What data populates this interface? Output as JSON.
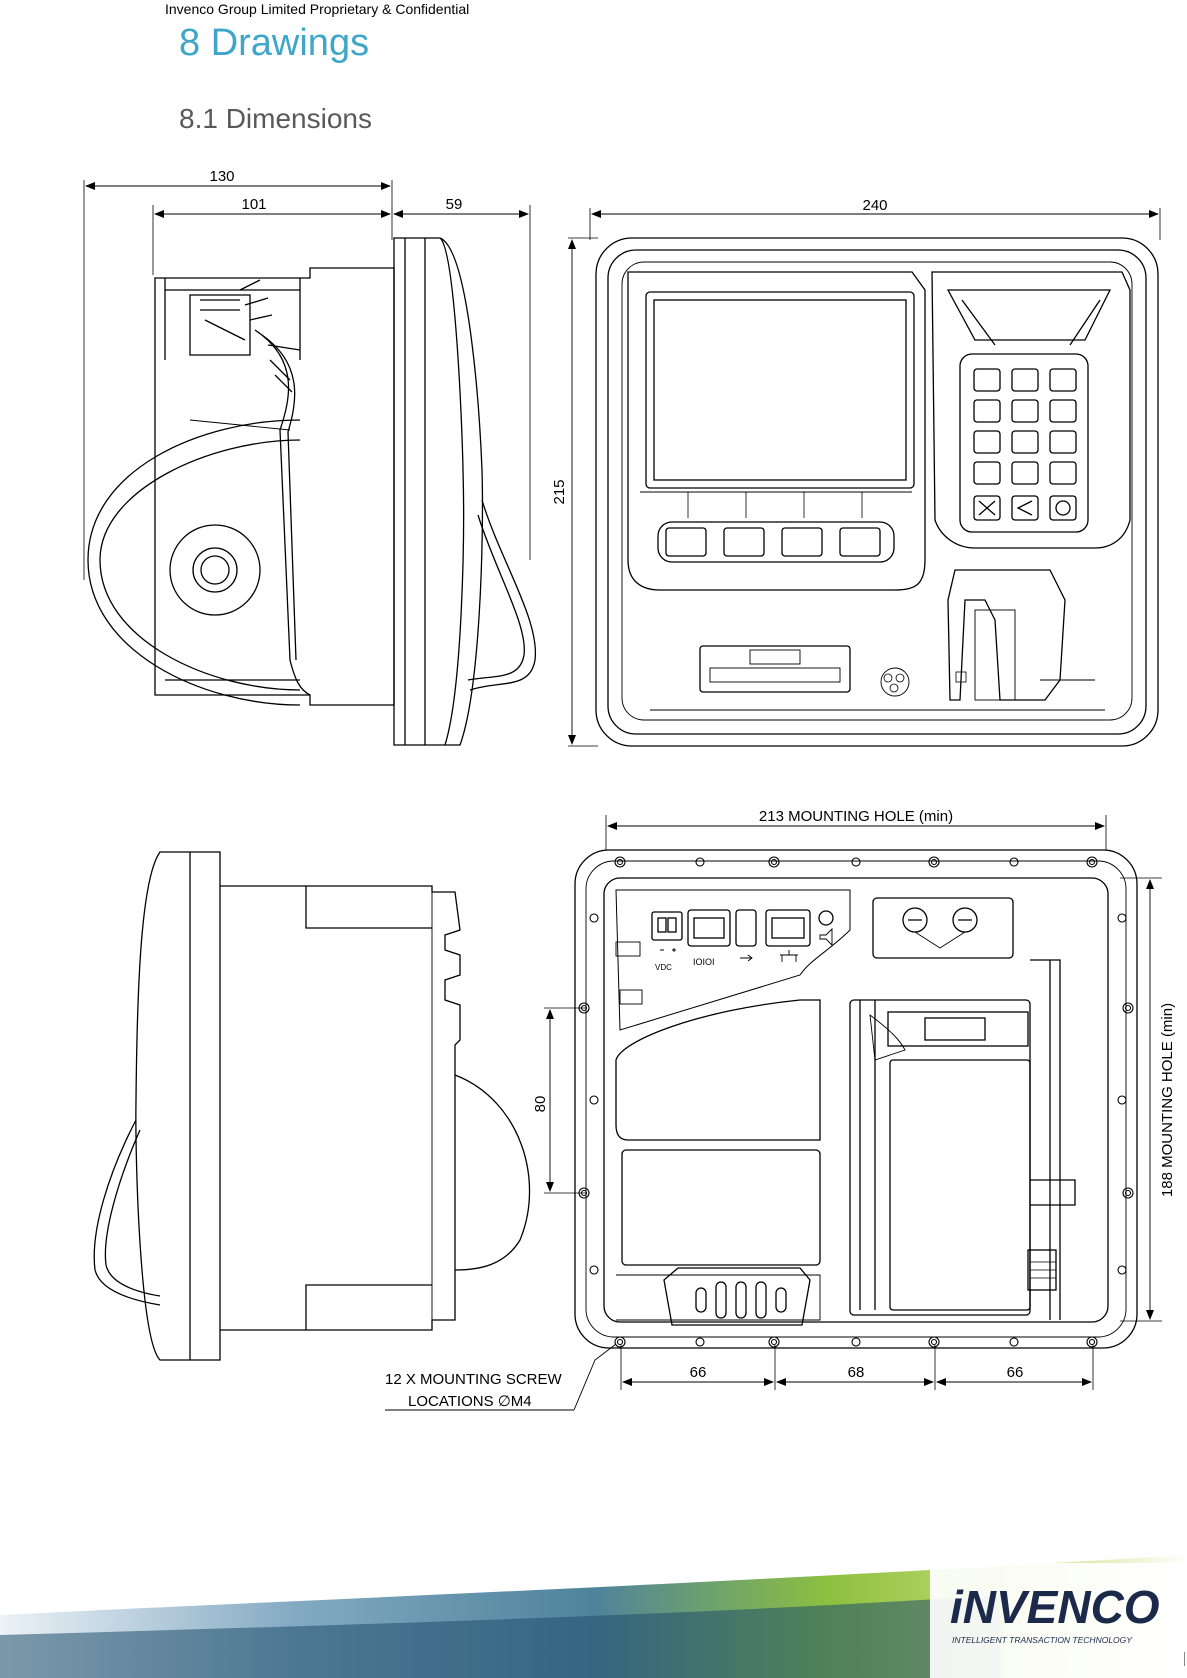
{
  "header": {
    "confidential_note": "Invenco Group Limited Proprietary & Confidential"
  },
  "section": {
    "title": "8 Drawings",
    "subsection": "8.1  Dimensions"
  },
  "top_drawing": {
    "dimensions": {
      "overall_depth": "130",
      "body_depth": "101",
      "bezel_depth": "59",
      "width": "240",
      "height": "215"
    }
  },
  "bottom_drawing": {
    "dimensions": {
      "hole_width": "213 MOUNTING HOLE (min)",
      "hole_height": "188 MOUNTING HOLE (min)",
      "side_spacing": "80",
      "spacing_left": "66",
      "spacing_mid": "68",
      "spacing_right": "66"
    },
    "callout_line1": "12 X MOUNTING SCREW",
    "callout_line2": "LOCATIONS  ∅M4",
    "ports": {
      "power": "VDC",
      "serial": "IOIOI"
    }
  },
  "logo": {
    "brand": "iNVENCO",
    "tagline": "INTELLIGENT TRANSACTION TECHNOLOGY",
    "colors": {
      "navy": "#1b2a4a",
      "green": "#7ab51d"
    }
  }
}
